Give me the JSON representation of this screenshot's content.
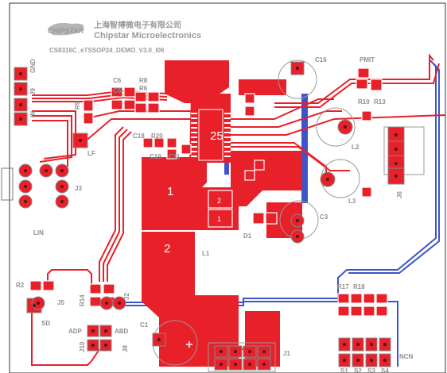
{
  "header": {
    "logo": "CHIPSTAR",
    "company_cn": "上海智搏微电子有限公司",
    "company_en": "Chipstar Microelectronics",
    "board_id": "CS8316C_eTSSOP24_DEMO_V3.0_I06"
  },
  "labels": {
    "gnd": "GND",
    "j9": "J9",
    "in": "IN",
    "r9": "R9",
    "c6": "C6",
    "c5": "C5",
    "r8": "R8",
    "r6": "R6",
    "c16": "C16",
    "pmit": "PMIT",
    "r10": "R10",
    "r13": "R13",
    "ic_pin": "25",
    "c18": "C18",
    "r20": "R20",
    "c19": "C19",
    "c11": "C11",
    "lf": "LF",
    "l2": "L2",
    "l3": "L3",
    "j6": "J6",
    "c3": "C3",
    "d1": "D1",
    "j3": "J3",
    "lin": "LIN",
    "l1": "L1",
    "r2": "R2",
    "j5": "J5",
    "sd": "SD",
    "r14": "R14",
    "j2": "J2",
    "c1": "C1",
    "adp": "ADP",
    "abd": "ABD",
    "j10": "J10",
    "j8": "J8",
    "r17": "R17",
    "r18": "R18",
    "ncn": "NCN",
    "j1": "J1",
    "s1": "S1",
    "s2": "S2",
    "s3": "S3",
    "s4": "S4",
    "pad1": "1",
    "pad2": "2",
    "pad_small2": "2",
    "pad_small1": "1"
  },
  "colors": {
    "copper_top": "#e8202a",
    "copper_bottom": "#3d55c8",
    "silkscreen": "#9a9a9a",
    "board_edge": "#333333"
  }
}
